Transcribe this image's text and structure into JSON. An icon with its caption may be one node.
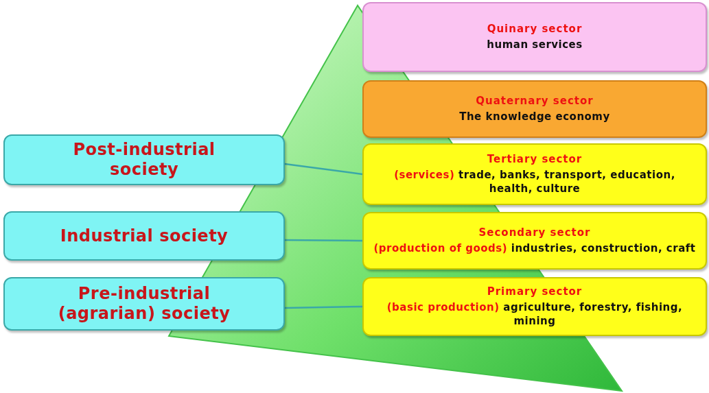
{
  "diagram": {
    "nodes": [
      {
        "text": [
          "Quinary sector",
          "human services"
        ]
      },
      {
        "text": [
          "Quaternary sector",
          "The knowledge economy"
        ]
      },
      {
        "text": [
          "Tertiary sector",
          "(services)",
          "trade, banks, transport, education, health, culture"
        ]
      },
      {
        "text": [
          "Secondary sector",
          "(production of goods)",
          "industries, construction, craft"
        ]
      },
      {
        "text": [
          "Primary sector",
          "(basic production)",
          "agriculture, forestry, fishing, mining"
        ]
      },
      {
        "text": [
          "Post-industrial society"
        ]
      },
      {
        "text": [
          "Industrial society"
        ]
      },
      {
        "text": [
          "Pre-industrial (agrarian) society"
        ]
      }
    ],
    "edges": [
      {
        "from": 5,
        "to": 2,
        "arrow": "none"
      },
      {
        "from": 6,
        "to": 3,
        "arrow": "none"
      },
      {
        "from": 7,
        "to": 4,
        "arrow": "none"
      }
    ]
  }
}
